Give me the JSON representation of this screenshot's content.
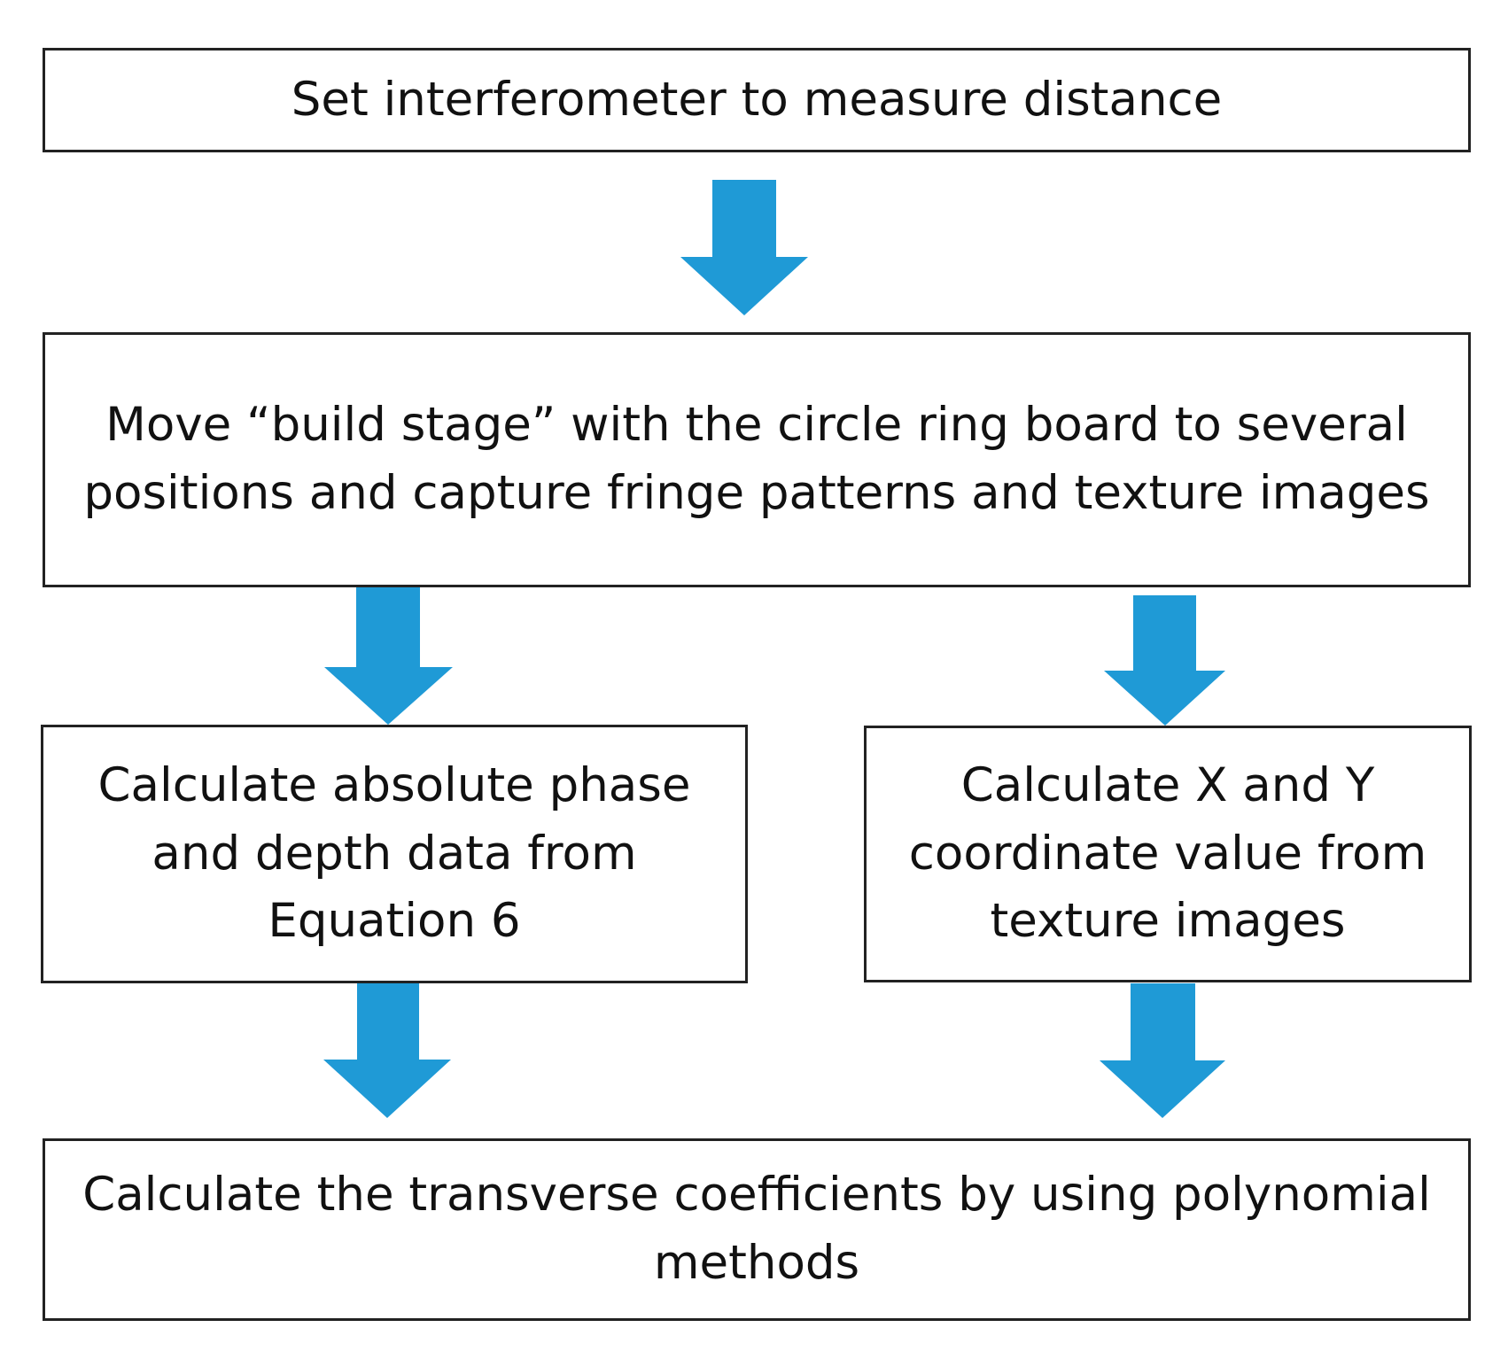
{
  "steps": {
    "step1": {
      "text": "Set interferometer to measure distance"
    },
    "step2": {
      "text": "Move “build stage” with the circle ring board to several positions and capture fringe patterns and texture images"
    },
    "step3": {
      "text": "Calculate absolute phase and depth data from Equation 6"
    },
    "step4": {
      "text": "Calculate X and Y coordinate value from texture images"
    },
    "step5": {
      "text": "Calculate the transverse coefficients by using polynomial methods"
    }
  },
  "colors": {
    "arrow": "#1f9ad6",
    "border": "#222222",
    "text": "#111111"
  }
}
